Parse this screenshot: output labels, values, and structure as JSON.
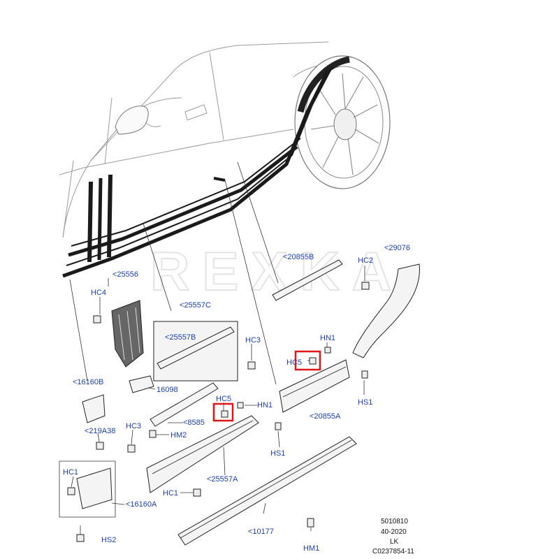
{
  "watermark": "REXKA",
  "labels": {
    "l29076": "<29076",
    "l20855B": "<20855B",
    "hc2": "HC2",
    "l25556": "<25556",
    "hc4": "HC4",
    "l25557C": "<25557C",
    "l25557B": "<25557B",
    "hc3_top": "HC3",
    "hn1_top": "HN1",
    "hc5_top": "HC5",
    "l16160B": "<16160B",
    "l16098": "16098",
    "hs1_right": "HS1",
    "hc5_mid": "HC5",
    "hn1_mid": "HN1",
    "l20855A": "<20855A",
    "l8585": "<8585",
    "l219A38": "<219A38",
    "hc3_mid": "HC3",
    "hm2": "HM2",
    "hs1_mid": "HS1",
    "hc1_left": "HC1",
    "l25557A": "<25557A",
    "hc1_mid": "HC1",
    "l16160A": "<16160A",
    "l10177": "<10177",
    "hs2": "HS2",
    "hm1": "HM1"
  },
  "reference": {
    "line1": "5010810",
    "line2": "40-2020",
    "line3": "LK",
    "line4": "C0237854-11"
  },
  "colors": {
    "label": "#1a3fb8",
    "highlight": "#e01515"
  }
}
